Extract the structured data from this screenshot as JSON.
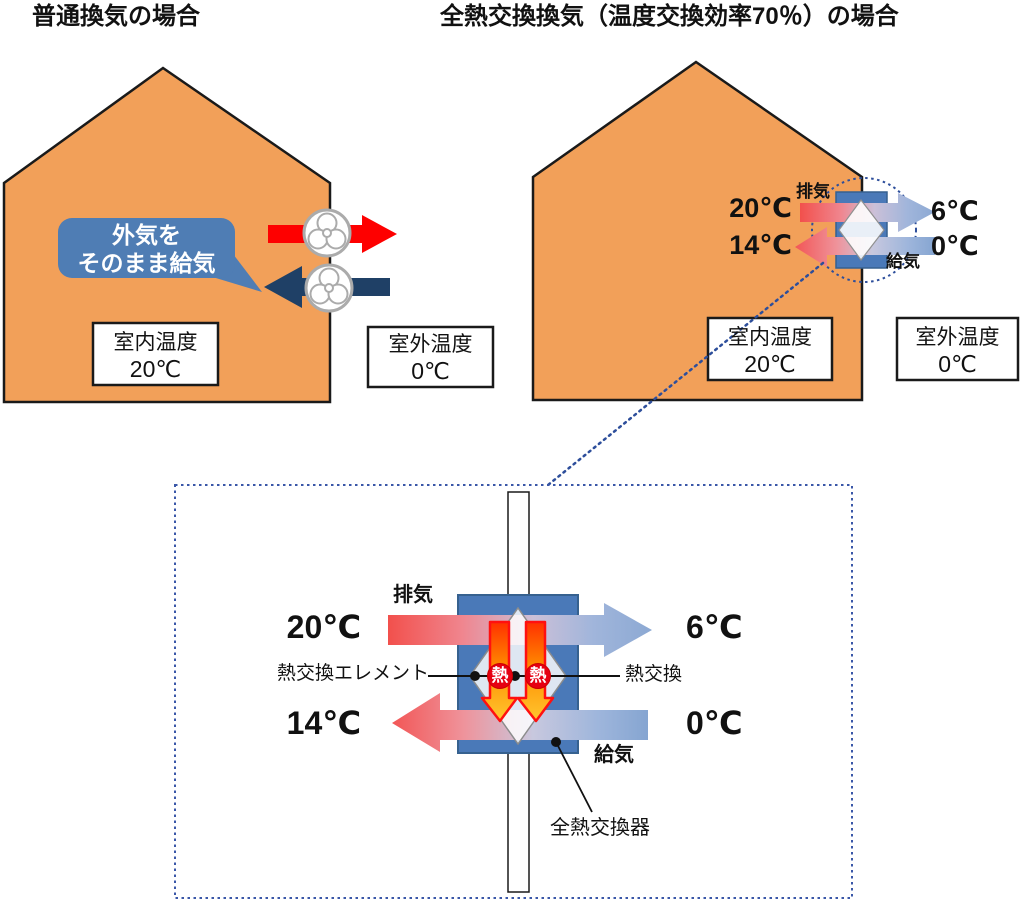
{
  "colors": {
    "house_fill": "#F2A059",
    "bubble_blue": "#4F7DB4",
    "exhaust_red": "#FE0000",
    "supply_navy": "#1F4066",
    "unit_blue": "#4A79B8",
    "heat_red": "#E60012",
    "dotted_blue": "#2D4E9B",
    "warm_gradient_red": "#F25050",
    "cool_gradient_blue": "#8CA9D3"
  },
  "titles": {
    "left": "普通換気の場合",
    "right": "全熱交換換気（温度交換効率70％）の場合"
  },
  "left_house": {
    "bubble": {
      "line1": "外気を",
      "line2": "そのまま給気"
    },
    "indoor_box": {
      "label": "室内温度",
      "value": "20℃"
    },
    "outdoor_box": {
      "label": "室外温度",
      "value": "0℃"
    }
  },
  "right_house": {
    "exhaust_label": "排気",
    "supply_label": "給気",
    "exhaust_in": "20℃",
    "exhaust_out": "6℃",
    "supply_out": "14℃",
    "supply_in": "0℃",
    "indoor_box": {
      "label": "室内温度",
      "value": "20℃"
    },
    "outdoor_box": {
      "label": "室外温度",
      "value": "0℃"
    }
  },
  "detail": {
    "exhaust_label": "排気",
    "supply_label": "給気",
    "exhaust_in": "20℃",
    "exhaust_out": "6℃",
    "supply_out": "14℃",
    "supply_in": "0℃",
    "element_label": "熱交換エレメント",
    "exchange_label": "熱交換",
    "heat_badge": "熱",
    "unit_label": "全熱交換器"
  }
}
